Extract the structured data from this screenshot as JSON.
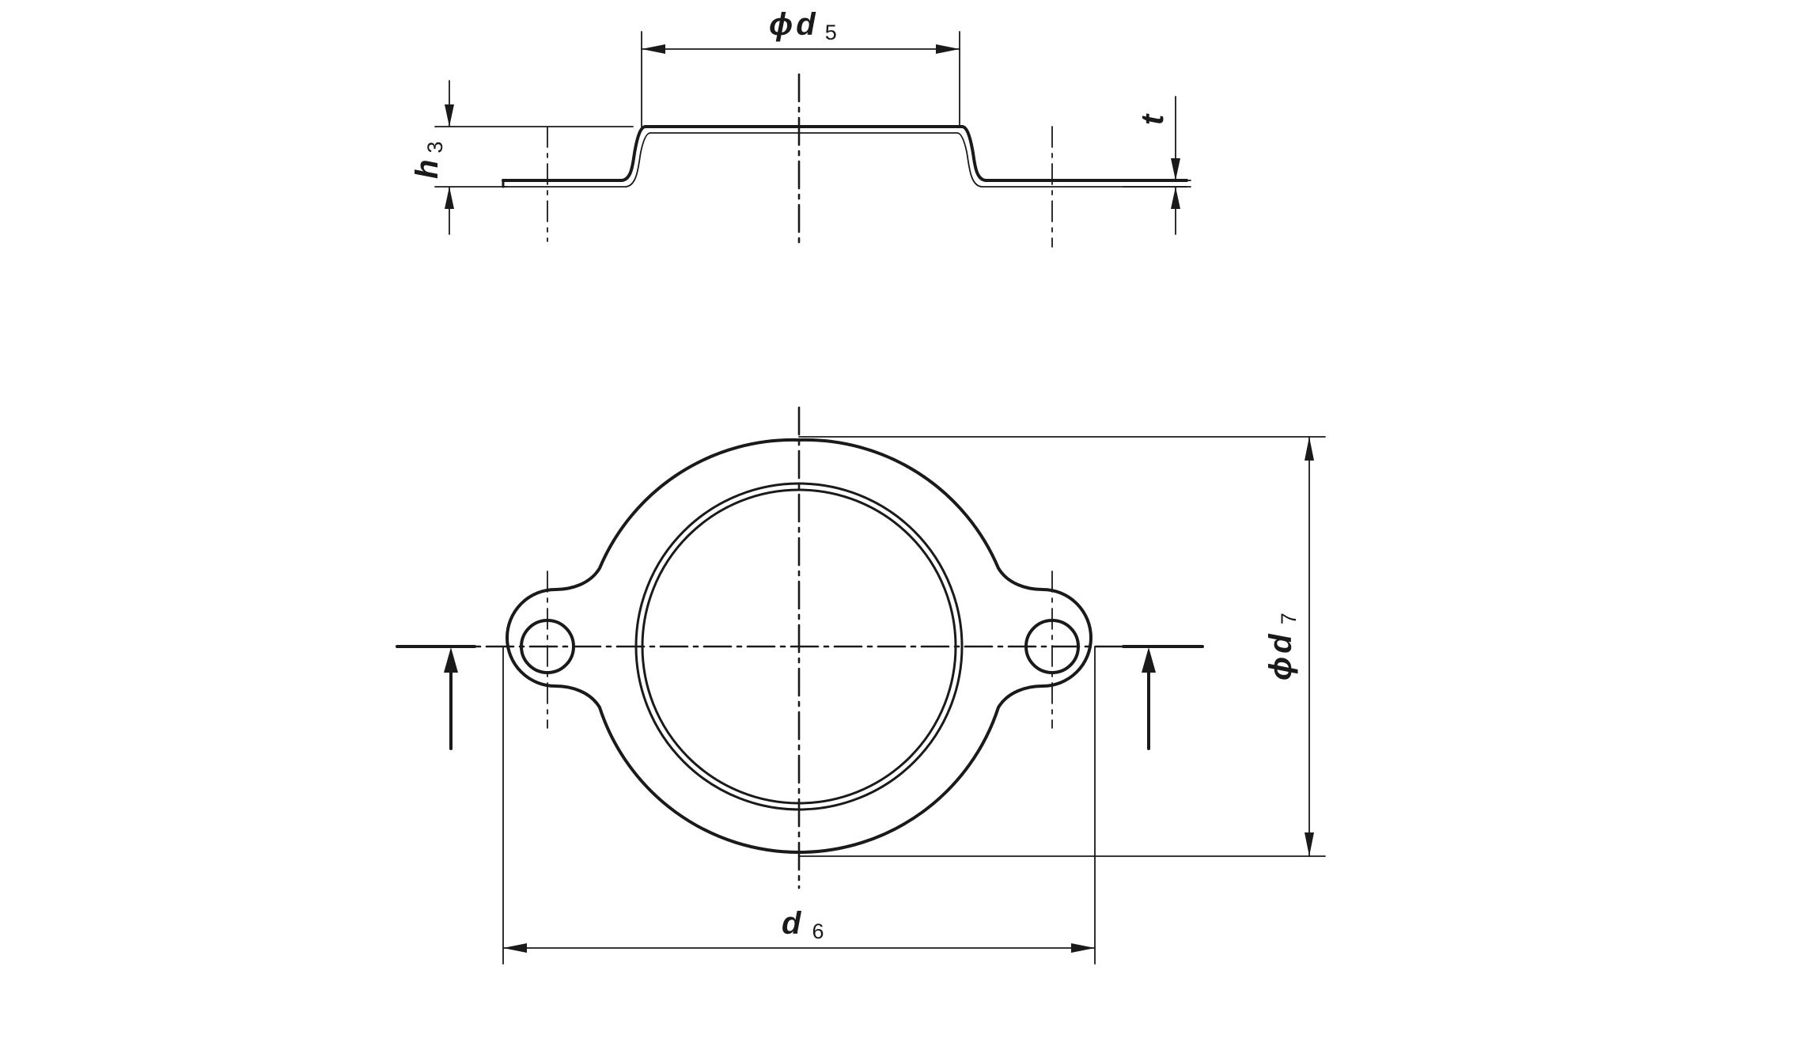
{
  "labels": {
    "d5_phi": "ϕ",
    "d5_sym": "d",
    "d5_sub": "5",
    "h3_sym": "h",
    "h3_sub": "3",
    "t_sym": "t",
    "d7_phi": "ϕ",
    "d7_sym": "d",
    "d7_sub": "7",
    "d6_sym": "d",
    "d6_sub": "6"
  },
  "colors": {
    "line": "#1a1a1a",
    "background": "#ffffff"
  }
}
